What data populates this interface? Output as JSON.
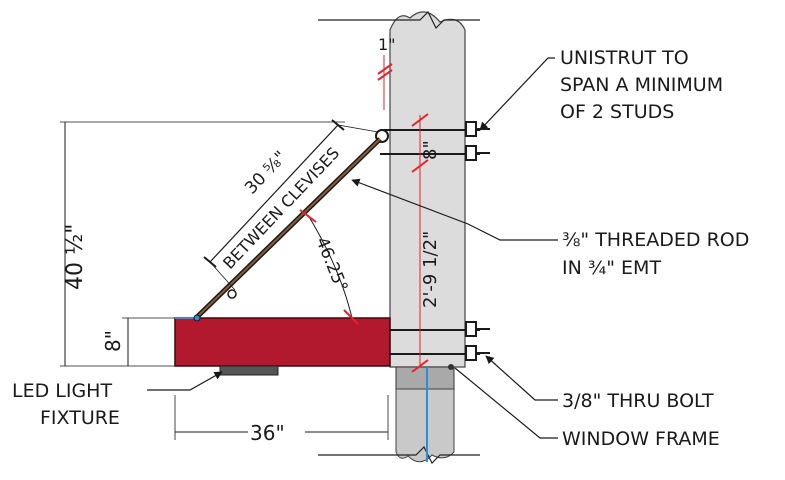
{
  "labels": {
    "unistrut": [
      "UNISTRUT TO",
      "SPAN A MINIMUM",
      "OF 2 STUDS"
    ],
    "threaded_rod": [
      "⅜\" THREADED ROD",
      "IN ¾\" EMT"
    ],
    "thru_bolt": "3/8\" THRU BOLT",
    "window_frame": "WINDOW FRAME",
    "led": [
      "LED LIGHT",
      "FIXTURE"
    ]
  },
  "dimensions": {
    "height_total": "40 ½\"",
    "box_height": "8\"",
    "box_width": "36\"",
    "top_offset": "1\"",
    "bracket_gap": "8\"",
    "bracket_span": "2'-9 1/2\"",
    "rod_length": "30 ⅝\"",
    "rod_note": "BETWEEN CLEVISES",
    "angle": "46.25°"
  },
  "colors": {
    "wall": "#dcdcdc",
    "box": "#b3192e",
    "box_outline": "#3a0a10",
    "dim_red": "#e8202a",
    "accent_blue": "#2a8fd6",
    "line": "#1a1a1a"
  }
}
